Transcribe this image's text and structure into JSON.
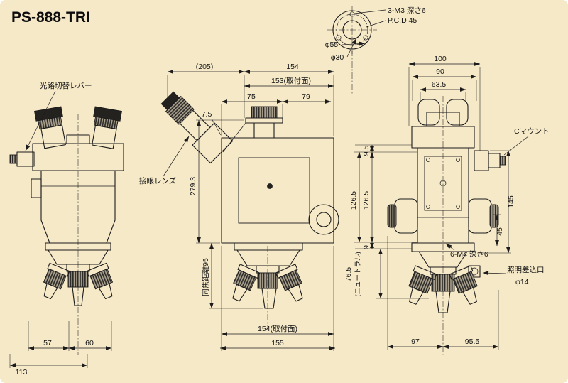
{
  "title": "PS-888-TRI",
  "colors": {
    "background": "#f6e9c8",
    "line": "#1c1c1c"
  },
  "flange_detail": {
    "screw_note": "3-M3 深さ6",
    "pcd_note": "P.C.D 45",
    "outer_diameter": "φ55",
    "inner_diameter": "φ30"
  },
  "front_view": {
    "lever_label": "光路切替レバー",
    "dim_left": "57",
    "dim_right": "60",
    "dim_total": "113"
  },
  "side_view": {
    "eyepiece_label": "接眼レンズ",
    "dim_overall_depth": "(205)",
    "dim_depth": "154",
    "dim_mount_depth": "153(取付面)",
    "dim_offset": "7.5",
    "dim_front": "75",
    "dim_rear": "79",
    "dim_height": "279.3",
    "dim_parfocal": "同焦距離95",
    "dim_mount_width": "154(取付面)",
    "dim_base_width": "155"
  },
  "rear_view": {
    "cmount_label": "Cマウント",
    "screw_note": "6-M4 深さ6",
    "illumination_label": "照明差込口",
    "illumination_diameter": "φ14",
    "dim_width_100": "100",
    "dim_width_90": "90",
    "dim_width_63_5": "63.5",
    "dim_9_5": "9.5",
    "dim_126_5_a": "126.5",
    "dim_126_5_b": "126.5",
    "dim_9": "9",
    "dim_145": "145",
    "dim_45": "45",
    "dim_neutral_value": "76.5",
    "dim_neutral_label": "(ニュートラル)",
    "dim_bottom_left": "97",
    "dim_bottom_right": "95.5"
  }
}
